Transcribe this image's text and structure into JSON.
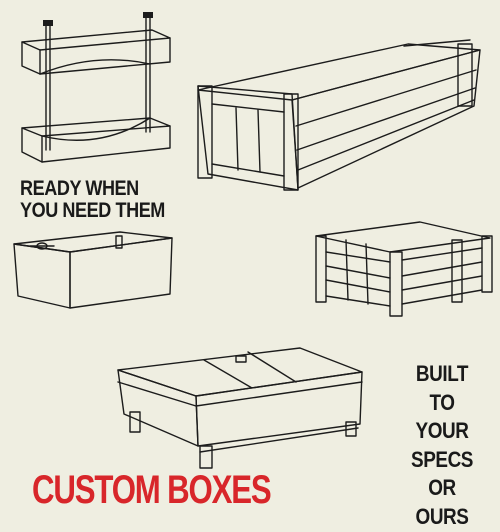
{
  "headline_ready": [
    "READY WHEN",
    "YOU NEED THEM"
  ],
  "headline_built": [
    "BUILT",
    "TO YOUR",
    "SPECS",
    "OR OURS"
  ],
  "title": "CUSTOM BOXES",
  "colors": {
    "background": "#efeee1",
    "ink": "#1c1c1c",
    "title_red": "#d8262a"
  }
}
